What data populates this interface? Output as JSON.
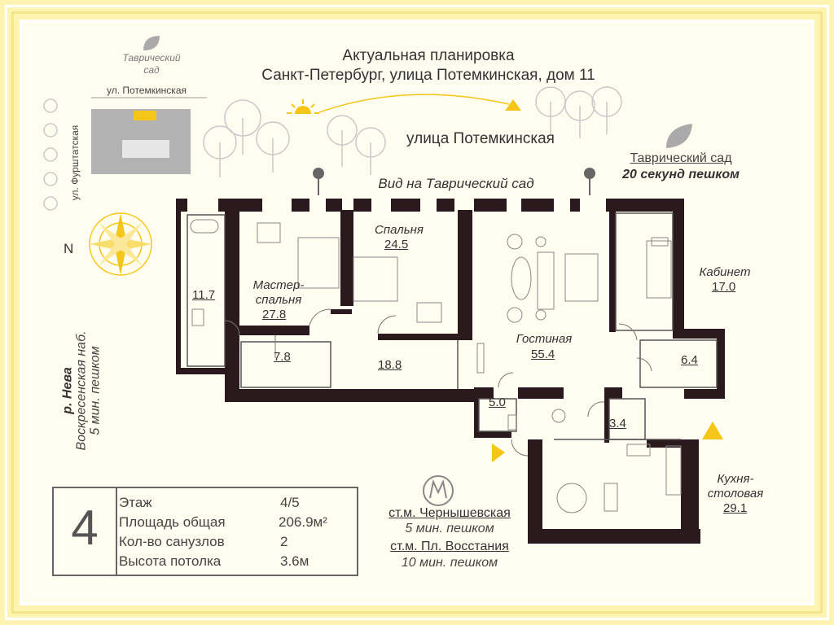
{
  "header": {
    "title": "Актуальная планировка",
    "address": "Санкт-Петербург, улица Потемкинская, дом 11",
    "street": "улица Потемкинская",
    "view": "Вид на Таврический сад"
  },
  "garden": {
    "name": "Таврический сад",
    "walk": "20 секунд пешком"
  },
  "minimap": {
    "garden_line1": "Таврический",
    "garden_line2": "сад",
    "street_top": "ул. Потемкинская",
    "street_left": "ул. Фурштатская"
  },
  "compass": {
    "north": "N"
  },
  "river": {
    "name": "р. Нева",
    "embankment": "Воскресенская наб.",
    "walk": "5 мин. пешком"
  },
  "rooms": [
    {
      "id": "bath1",
      "label": "",
      "area": "11.7"
    },
    {
      "id": "master",
      "label_line1": "Мастер-",
      "label_line2": "спальня",
      "area": "27.8"
    },
    {
      "id": "bedroom",
      "label": "Спальня",
      "area": "24.5"
    },
    {
      "id": "wardrobe",
      "label": "",
      "area": "7.8"
    },
    {
      "id": "hall",
      "label": "",
      "area": "18.8"
    },
    {
      "id": "living",
      "label": "Гостиная",
      "area": "55.4"
    },
    {
      "id": "study",
      "label": "Кабинет",
      "area": "17.0"
    },
    {
      "id": "bath2",
      "label": "",
      "area": "6.4"
    },
    {
      "id": "wc",
      "label": "",
      "area": "5.0"
    },
    {
      "id": "storage",
      "label": "",
      "area": "3.4"
    },
    {
      "id": "kitchen",
      "label_line1": "Кухня-",
      "label_line2": "столовая",
      "area": "29.1"
    }
  ],
  "info": {
    "floor_number": "4",
    "rows": [
      {
        "label": "Этаж",
        "value": "4/5"
      },
      {
        "label": "Площадь общая",
        "value": "206.9м²"
      },
      {
        "label": "Кол-во санузлов",
        "value": "2"
      },
      {
        "label": "Высота потолка",
        "value": "3.6м"
      }
    ]
  },
  "metro": {
    "station1": "ст.м. Чернышевская",
    "walk1": "5 мин. пешком",
    "station2": "ст.м. Пл. Восстания",
    "walk2": "10 мин. пешком"
  },
  "colors": {
    "background": "#fef3b1",
    "accent": "#f5c518",
    "wall": "#2a1a1e",
    "text": "#333333"
  }
}
